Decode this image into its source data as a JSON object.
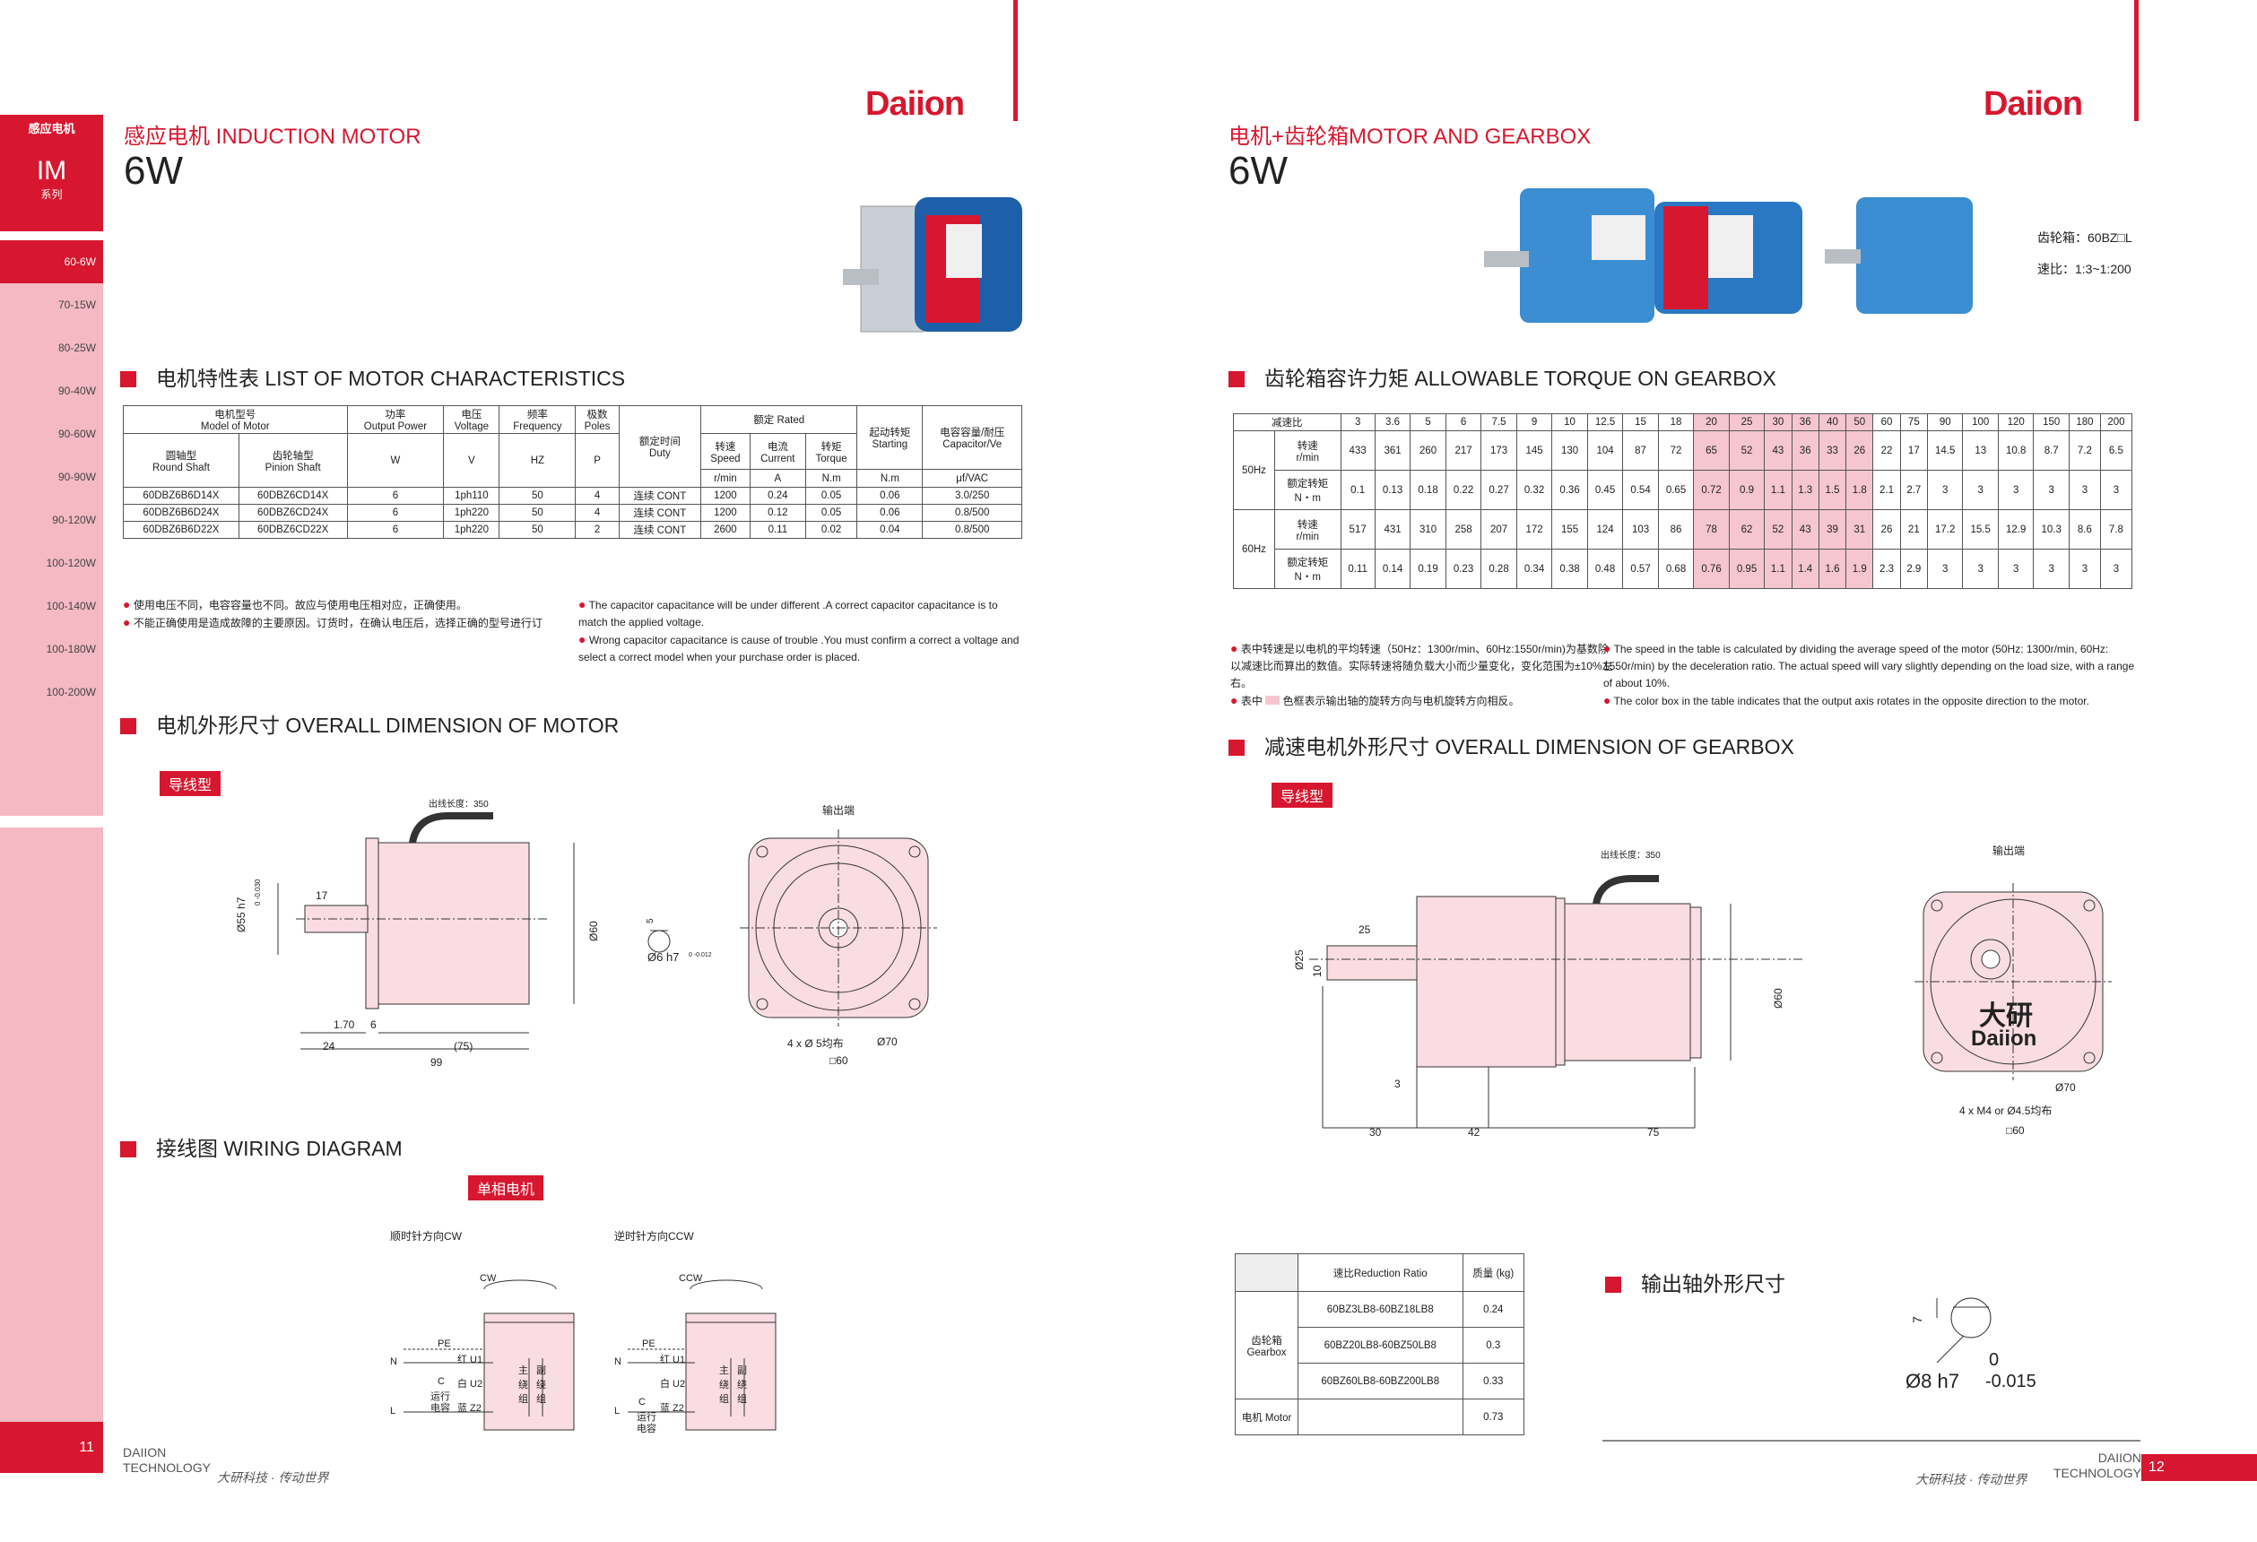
{
  "brand": "Daiion",
  "sidebar": {
    "top": "感应电机",
    "series": "IM",
    "series_sub": "系列",
    "items": [
      "60-6W",
      "70-15W",
      "80-25W",
      "90-40W",
      "90-60W",
      "90-90W",
      "90-120W",
      "100-120W",
      "100-140W",
      "100-180W",
      "100-200W"
    ],
    "page": "11"
  },
  "left": {
    "subtitle": "感应电机 INDUCTION MOTOR",
    "power": "6W",
    "sec1": "电机特性表 LIST OF MOTOR CHARACTERISTICS",
    "table": {
      "h_model": "电机型号",
      "h_model_en": "Model of Motor",
      "h_power": "功率",
      "h_power_en": "Output Power",
      "h_volt": "电压",
      "h_volt_en": "Voltage",
      "h_freq": "频率",
      "h_freq_en": "Frequency",
      "h_poles": "极数",
      "h_poles_en": "Poles",
      "h_duty": "额定时间",
      "h_duty_en": "Duty",
      "h_rated": "额定 Rated",
      "h_start": "起动转矩",
      "h_start_en": "Starting",
      "h_cap": "电容容量/耐压",
      "h_cap_en": "Capacitor/Ve",
      "h_round": "圆轴型",
      "h_round_en": "Round Shaft",
      "h_pinion": "齿轮轴型",
      "h_pinion_en": "Pinion Shaft",
      "h_speed": "转速",
      "h_speed_en": "Speed",
      "h_current": "电流",
      "h_current_en": "Current",
      "h_torque": "转矩",
      "h_torque_en": "Torque",
      "u_w": "W",
      "u_v": "V",
      "u_hz": "HZ",
      "u_p": "P",
      "u_rmin": "r/min",
      "u_a": "A",
      "u_nm": "N.m",
      "u_nm2": "N.m",
      "u_cap": "μf/VAC",
      "rows": [
        [
          "60DBZ6B6D14X",
          "60DBZ6CD14X",
          "6",
          "1ph110",
          "50",
          "4",
          "连续 CONT",
          "1200",
          "0.24",
          "0.05",
          "0.06",
          "3.0/250"
        ],
        [
          "60DBZ6B6D24X",
          "60DBZ6CD24X",
          "6",
          "1ph220",
          "50",
          "4",
          "连续 CONT",
          "1200",
          "0.12",
          "0.05",
          "0.06",
          "0.8/500"
        ],
        [
          "60DBZ6B6D22X",
          "60DBZ6CD22X",
          "6",
          "1ph220",
          "50",
          "2",
          "连续 CONT",
          "2600",
          "0.11",
          "0.02",
          "0.04",
          "0.8/500"
        ]
      ]
    },
    "notes_cn": [
      "使用电压不同，电容容量也不同。故应与使用电压相对应，正确使用。",
      "不能正确使用是造成故障的主要原因。订货时，在确认电压后，选择正确的型号进行订"
    ],
    "notes_en": [
      "The capacitor capacitance will be under different .A correct capacitor capacitance is to match the applied voltage.",
      "Wrong capacitor capacitance is cause of trouble .You must confirm a correct a voltage and select a correct model when your purchase order is placed."
    ],
    "sec2": "电机外形尺寸 OVERALL DIMENSION OF MOTOR",
    "tag": "导线型",
    "dim": {
      "lead": "出线长度：350",
      "d55": "Ø55 h7",
      "d55tol": "0 -0.030",
      "d17": "17",
      "d60": "Ø60",
      "d170": "1.70",
      "d6": "6",
      "d24": "24",
      "d75": "(75)",
      "d99": "99",
      "d5": "5",
      "d6h7": "Ø6 h7",
      "d6tol": "0 -0.012",
      "out": "输出端",
      "holes": "4 x Ø 5均布",
      "d70": "Ø70",
      "sq60": "□60"
    },
    "sec3": "接线图 WIRING DIAGRAM",
    "tag2": "单相电机",
    "cw_title": "顺时针方向CW",
    "ccw_title": "逆时针方向CCW",
    "cw": "CW",
    "ccw": "CCW",
    "w": {
      "pe": "PE",
      "n": "N",
      "l": "L",
      "c": "C",
      "run": "运行",
      "cap": "电容",
      "u1": "红 U1",
      "u2": "白 U2",
      "z2": "蓝 Z2",
      "main": "主绕组",
      "aux": "副绕组"
    },
    "footer": {
      "en1": "DAIION",
      "en2": "TECHNOLOGY",
      "cn": "大研科技 · 传动世界"
    }
  },
  "right": {
    "subtitle": "电机+齿轮箱MOTOR AND GEARBOX",
    "power": "6W",
    "gear_model": "齿轮箱：60BZ□L",
    "ratio_range": "速比：1:3~1:200",
    "sec1": "齿轮箱容许力矩 ALLOWABLE TORQUE ON GEARBOX",
    "torque": {
      "h": "减速比",
      "ratios": [
        "3",
        "3.6",
        "5",
        "6",
        "7.5",
        "9",
        "10",
        "12.5",
        "15",
        "18",
        "20",
        "25",
        "30",
        "36",
        "40",
        "50",
        "60",
        "75",
        "90",
        "100",
        "120",
        "150",
        "180",
        "200"
      ],
      "f50": "50Hz",
      "f60": "60Hz",
      "speed": "转速",
      "rmin": "r/min",
      "rt": "额定转矩",
      "nm": "N・m",
      "s50": [
        "433",
        "361",
        "260",
        "217",
        "173",
        "145",
        "130",
        "104",
        "87",
        "72",
        "65",
        "52",
        "43",
        "36",
        "33",
        "26",
        "22",
        "17",
        "14.5",
        "13",
        "10.8",
        "8.7",
        "7.2",
        "6.5"
      ],
      "t50": [
        "0.1",
        "0.13",
        "0.18",
        "0.22",
        "0.27",
        "0.32",
        "0.36",
        "0.45",
        "0.54",
        "0.65",
        "0.72",
        "0.9",
        "1.1",
        "1.3",
        "1.5",
        "1.8",
        "2.1",
        "2.7",
        "3",
        "3",
        "3",
        "3",
        "3",
        "3"
      ],
      "s60": [
        "517",
        "431",
        "310",
        "258",
        "207",
        "172",
        "155",
        "124",
        "103",
        "86",
        "78",
        "62",
        "52",
        "43",
        "39",
        "31",
        "26",
        "21",
        "17.2",
        "15.5",
        "12.9",
        "10.3",
        "8.6",
        "7.8"
      ],
      "t60": [
        "0.11",
        "0.14",
        "0.19",
        "0.23",
        "0.28",
        "0.34",
        "0.38",
        "0.48",
        "0.57",
        "0.68",
        "0.76",
        "0.95",
        "1.1",
        "1.4",
        "1.6",
        "1.9",
        "2.3",
        "2.9",
        "3",
        "3",
        "3",
        "3",
        "3",
        "3"
      ]
    },
    "notes_cn": [
      "表中转速是以电机的平均转速（50Hz：1300r/min、60Hz:1550r/min)为基数除以减速比而算出的数值。实际转速将随负载大小而少量变化，变化范围为±10%左右。",
      "表中",
      "色框表示输出轴的旋转方向与电机旋转方向相反。"
    ],
    "notes_en": [
      "The speed in the table is calculated by dividing the average speed of the motor (50Hz: 1300r/min, 60Hz: 1550r/min) by the deceleration ratio. The actual speed will vary slightly depending on the load size, with a range of about 10%.",
      "The color box in the table indicates that the output axis rotates in the opposite direction to the motor."
    ],
    "sec2": "减速电机外形尺寸 OVERALL DIMENSION OF GEARBOX",
    "tag": "导线型",
    "dim": {
      "lead": "出线长度：350",
      "d25": "25",
      "d25b": "Ø25",
      "d10": "10",
      "d60": "Ø60",
      "d3": "3",
      "d30": "30",
      "d42": "42",
      "d75": "75",
      "out": "输出端",
      "holes": "4 x M4 or Ø4.5均布",
      "d70": "Ø70",
      "sq60": "□60",
      "logo_cn": "大研"
    },
    "weight": {
      "h1": "速比Reduction Ratio",
      "h2": "质量 (kg)",
      "gear": "齿轮箱",
      "gear_en": "Gearbox",
      "r1": "60BZ3LB8-60BZ18LB8",
      "w1": "0.24",
      "r2": "60BZ20LB8-60BZ50LB8",
      "w2": "0.3",
      "r3": "60BZ60LB8-60BZ200LB8",
      "w3": "0.33",
      "motor": "电机 Motor",
      "wm": "0.73"
    },
    "sec3": "输出轴外形尺寸",
    "shaft": {
      "d7": "7",
      "dia": "Ø8 h7",
      "tol_up": "0",
      "tol_dn": "-0.015"
    },
    "footer": {
      "en1": "DAIION",
      "en2": "TECHNOLOGY",
      "cn": "大研科技 · 传动世界",
      "page": "12"
    }
  },
  "colors": {
    "accent": "#d7172f",
    "pink": "#f4b9c3"
  }
}
